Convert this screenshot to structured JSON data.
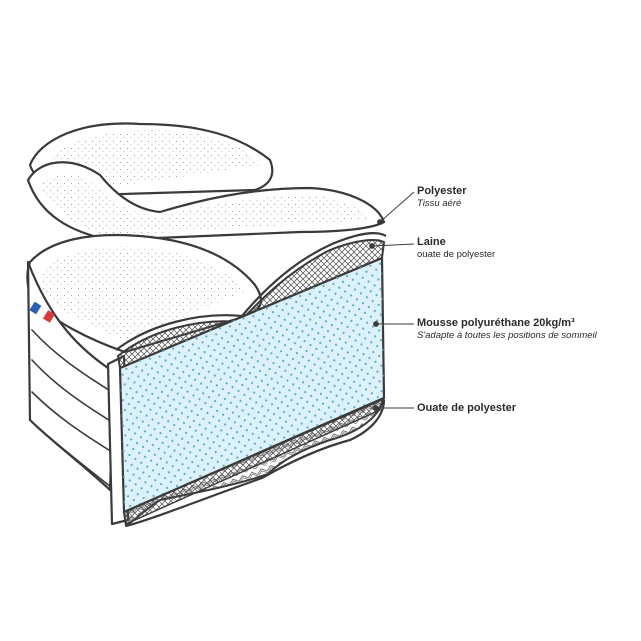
{
  "labels": {
    "polyester": {
      "title": "Polyester",
      "subtitle": "Tissu aéré"
    },
    "laine": {
      "title": "Laine",
      "subtitle": "ouate de polyester"
    },
    "mousse": {
      "title": "Mousse polyuréthane 20kg/m³",
      "subtitle": "S'adapte à toutes les positions de sommeil"
    },
    "ouate": {
      "title": "Ouate de polyester"
    }
  },
  "colors": {
    "outline": "#3a3a3a",
    "foam": "#ddf1fa",
    "foam_dots": "#5aa9cc",
    "flag_blue": "#2b5fb4",
    "flag_red": "#d93a3a"
  }
}
